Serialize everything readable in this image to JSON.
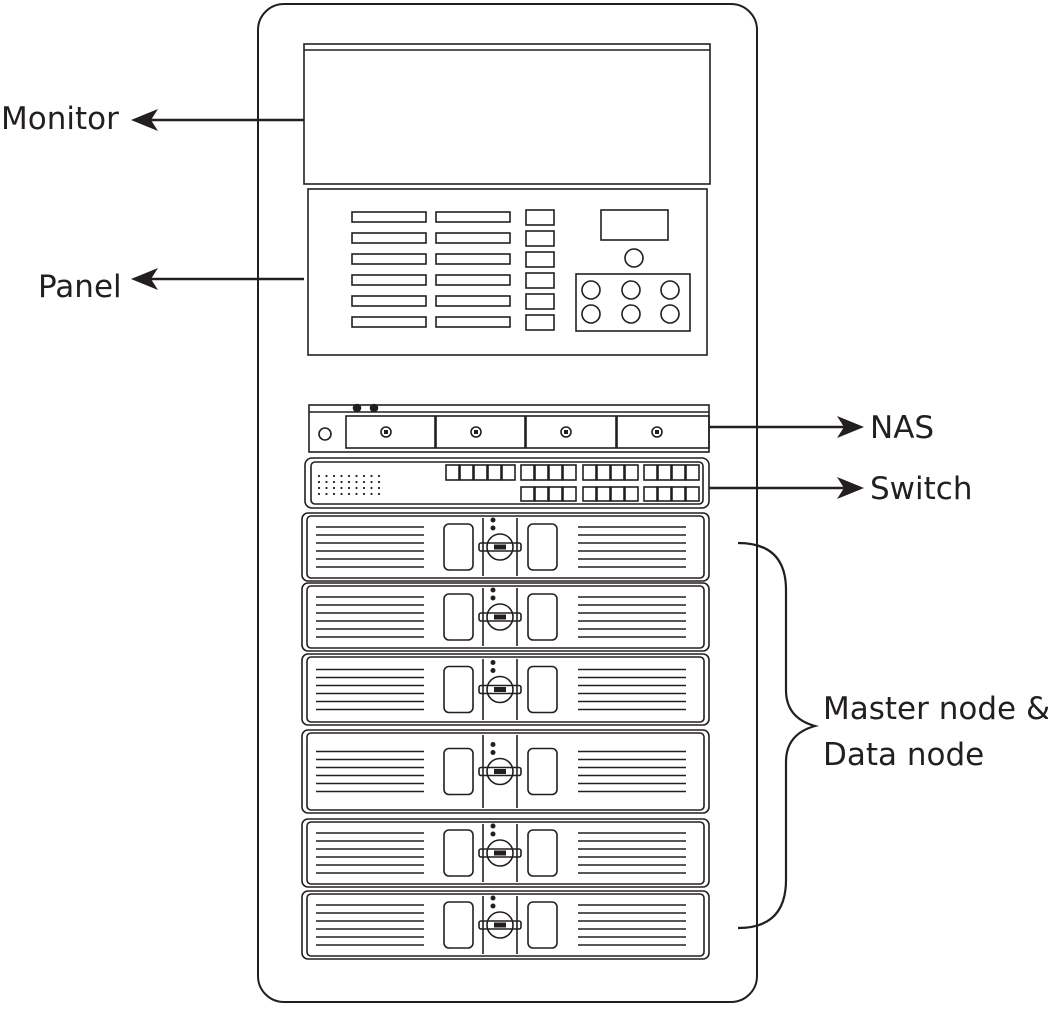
{
  "labels": {
    "monitor": "Monitor",
    "panel": "Panel",
    "nas": "NAS",
    "switch": "Switch",
    "nodes_line1": "Master node &",
    "nodes_line2": "Data node"
  },
  "node_count": 6,
  "nas_bays": 4,
  "colors": {
    "line": "#231f20",
    "background": "#ffffff"
  }
}
